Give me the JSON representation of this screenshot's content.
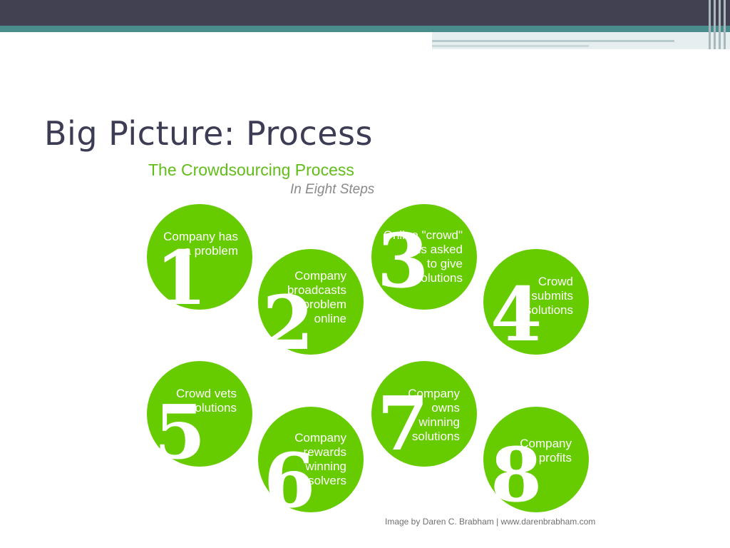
{
  "slide": {
    "title": "Big Picture: Process"
  },
  "diagram": {
    "title": "The Crowdsourcing Process",
    "subtitle": "In Eight Steps",
    "color": "#66cc00",
    "steps": [
      {
        "number": "1",
        "text": "Company has\na problem"
      },
      {
        "number": "2",
        "text": "Company\nbroadcasts\nproblem\nonline"
      },
      {
        "number": "3",
        "text": "Online \"crowd\"\nis asked\nto give\nsolutions"
      },
      {
        "number": "4",
        "text": "Crowd\nsubmits\nsolutions"
      },
      {
        "number": "5",
        "text": "Crowd vets\nsolutions"
      },
      {
        "number": "6",
        "text": "Company\nrewards\nwinning\nsolvers"
      },
      {
        "number": "7",
        "text": "Company\nowns\nwinning\nsolutions"
      },
      {
        "number": "8",
        "text": "Company\nprofits"
      }
    ],
    "credit": "Image by Daren C. Brabham  |  www.darenbrabham.com"
  },
  "theme": {
    "title_color": "#3d3c55",
    "header_bar": "#414152",
    "accent_teal": "#4a8b8c"
  }
}
